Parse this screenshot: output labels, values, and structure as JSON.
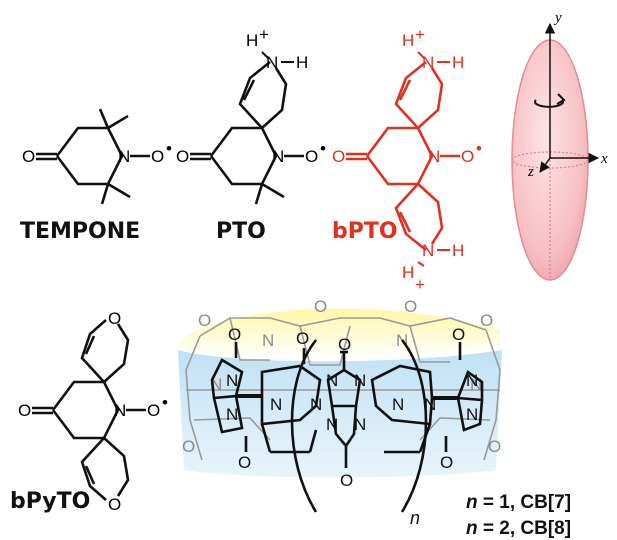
{
  "colors": {
    "black": "#111111",
    "red": "#e0301e",
    "gray": "#8a8a8a",
    "ellipsoid": "#f4b8bd"
  },
  "atoms": {
    "O": "O",
    "N": "N",
    "H": "H",
    "plus": "+",
    "radical": "•",
    "dash": "–"
  },
  "labels": {
    "tempone": "TEMPONE",
    "pto": "PTO",
    "bpto": "bPTO",
    "bpyto": "bPyTO"
  },
  "axes": {
    "x": "x",
    "y": "y",
    "z": "z"
  },
  "cb": {
    "n_label": "n",
    "line1_var": "n",
    "line1_rest": " = 1, CB[7]",
    "line2_var": "n",
    "line2_rest": " = 2, CB[8]"
  }
}
